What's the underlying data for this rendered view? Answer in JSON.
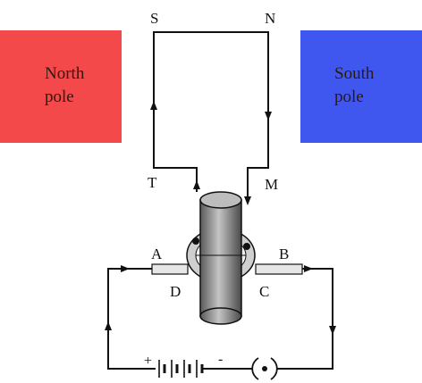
{
  "magnets": {
    "north": {
      "line1": "North",
      "line2": "pole",
      "color": "#f3494b"
    },
    "south": {
      "line1": "South",
      "line2": "pole",
      "color": "#3f57ef"
    }
  },
  "labels": {
    "S": "S",
    "N": "N",
    "T": "T",
    "M": "M",
    "A": "A",
    "B": "B",
    "D": "D",
    "C": "C"
  },
  "battery": {
    "plus": "+",
    "minus": "-"
  },
  "colors": {
    "wire": "#111111",
    "commutator": "#9a9a9a",
    "brush": "#e0e0e0"
  }
}
